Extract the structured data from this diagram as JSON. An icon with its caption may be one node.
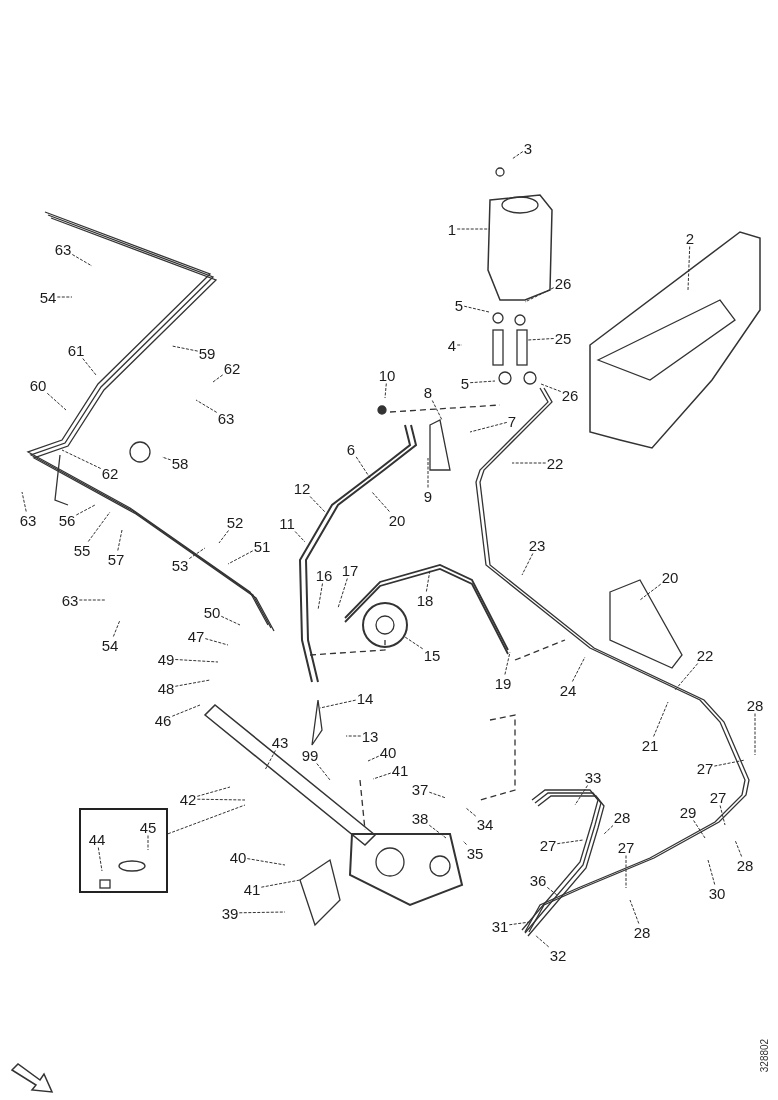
{
  "diagram": {
    "nodes": [
      {
        "text": [
          "3"
        ]
      },
      {
        "text": [
          "1"
        ]
      },
      {
        "text": [
          "2"
        ]
      },
      {
        "text": [
          "63"
        ]
      },
      {
        "text": [
          "26"
        ]
      },
      {
        "text": [
          "54"
        ]
      },
      {
        "text": [
          "5"
        ]
      },
      {
        "text": [
          "25"
        ]
      },
      {
        "text": [
          "4"
        ]
      },
      {
        "text": [
          "61"
        ]
      },
      {
        "text": [
          "59"
        ]
      },
      {
        "text": [
          "62"
        ]
      },
      {
        "text": [
          "10"
        ]
      },
      {
        "text": [
          "5"
        ]
      },
      {
        "text": [
          "60"
        ]
      },
      {
        "text": [
          "26"
        ]
      },
      {
        "text": [
          "8"
        ]
      },
      {
        "text": [
          "63"
        ]
      },
      {
        "text": [
          "7"
        ]
      },
      {
        "text": [
          "58"
        ]
      },
      {
        "text": [
          "22"
        ]
      },
      {
        "text": [
          "62"
        ]
      },
      {
        "text": [
          "6"
        ]
      },
      {
        "text": [
          "9"
        ]
      },
      {
        "text": [
          "12"
        ]
      },
      {
        "text": [
          "20"
        ]
      },
      {
        "text": [
          "63"
        ]
      },
      {
        "text": [
          "56"
        ]
      },
      {
        "text": [
          "11"
        ]
      },
      {
        "text": [
          "52"
        ]
      },
      {
        "text": [
          "55"
        ]
      },
      {
        "text": [
          "51"
        ]
      },
      {
        "text": [
          "57"
        ]
      },
      {
        "text": [
          "53"
        ]
      },
      {
        "text": [
          "23"
        ]
      },
      {
        "text": [
          "16"
        ]
      },
      {
        "text": [
          "17"
        ]
      },
      {
        "text": [
          "18"
        ]
      },
      {
        "text": [
          "63"
        ]
      },
      {
        "text": [
          "20"
        ]
      },
      {
        "text": [
          "54"
        ]
      },
      {
        "text": [
          "50"
        ]
      },
      {
        "text": [
          "47"
        ]
      },
      {
        "text": [
          "15"
        ]
      },
      {
        "text": [
          "19"
        ]
      },
      {
        "text": [
          "24"
        ]
      },
      {
        "text": [
          "22"
        ]
      },
      {
        "text": [
          "49"
        ]
      },
      {
        "text": [
          "48"
        ]
      },
      {
        "text": [
          "14"
        ]
      },
      {
        "text": [
          "46"
        ]
      },
      {
        "text": [
          "28"
        ]
      },
      {
        "text": [
          "21"
        ]
      },
      {
        "text": [
          "13"
        ]
      },
      {
        "text": [
          "43"
        ]
      },
      {
        "text": [
          "40"
        ]
      },
      {
        "text": [
          "99"
        ]
      },
      {
        "text": [
          "41"
        ]
      },
      {
        "text": [
          "27"
        ]
      },
      {
        "text": [
          "37"
        ]
      },
      {
        "text": [
          "42"
        ]
      },
      {
        "text": [
          "38"
        ]
      },
      {
        "text": [
          "33"
        ]
      },
      {
        "text": [
          "34"
        ]
      },
      {
        "text": [
          "27"
        ]
      },
      {
        "text": [
          "28"
        ]
      },
      {
        "text": [],
        "shape": "box"
      },
      {
        "text": [
          "45"
        ],
        "in": 66
      },
      {
        "text": [
          "44"
        ],
        "in": 66
      },
      {
        "text": [
          "27"
        ]
      },
      {
        "text": [
          "29"
        ]
      },
      {
        "text": [
          "35"
        ]
      },
      {
        "text": [
          "40"
        ]
      },
      {
        "text": [
          "28"
        ]
      },
      {
        "text": [
          "27"
        ]
      },
      {
        "text": [
          "30"
        ]
      },
      {
        "text": [
          "36"
        ]
      },
      {
        "text": [
          "41"
        ]
      },
      {
        "text": [
          "31"
        ]
      },
      {
        "text": [
          "39"
        ]
      },
      {
        "text": [
          "28"
        ]
      },
      {
        "text": [
          "32"
        ]
      }
    ],
    "edges": [
      {
        "from": 0,
        "to": null,
        "arrow": "none"
      },
      {
        "from": 1,
        "to": null,
        "arrow": "none"
      },
      {
        "from": 2,
        "to": null,
        "arrow": "none"
      },
      {
        "from": 3,
        "to": null,
        "arrow": "none"
      },
      {
        "from": 4,
        "to": null,
        "arrow": "none"
      },
      {
        "from": 5,
        "to": null,
        "arrow": "none"
      },
      {
        "from": 6,
        "to": null,
        "arrow": "none"
      },
      {
        "from": 7,
        "to": null,
        "arrow": "none"
      },
      {
        "from": 8,
        "to": null,
        "arrow": "none"
      },
      {
        "from": 9,
        "to": null,
        "arrow": "none"
      },
      {
        "from": 10,
        "to": null,
        "arrow": "none"
      },
      {
        "from": 11,
        "to": null,
        "arrow": "none"
      },
      {
        "from": 12,
        "to": null,
        "arrow": "none"
      },
      {
        "from": 13,
        "to": null,
        "arrow": "none"
      },
      {
        "from": 14,
        "to": null,
        "arrow": "none"
      },
      {
        "from": 15,
        "to": null,
        "arrow": "none"
      },
      {
        "from": 16,
        "to": null,
        "arrow": "none"
      },
      {
        "from": 17,
        "to": null,
        "arrow": "none"
      },
      {
        "from": 18,
        "to": null,
        "arrow": "none"
      },
      {
        "from": 19,
        "to": null,
        "arrow": "none"
      },
      {
        "from": 20,
        "to": null,
        "arrow": "none"
      },
      {
        "from": 21,
        "to": null,
        "arrow": "none"
      },
      {
        "from": 22,
        "to": null,
        "arrow": "none"
      },
      {
        "from": 23,
        "to": null,
        "arrow": "none"
      },
      {
        "from": 24,
        "to": null,
        "arrow": "none"
      },
      {
        "from": 25,
        "to": null,
        "arrow": "none"
      },
      {
        "from": 26,
        "to": null,
        "arrow": "none"
      },
      {
        "from": 27,
        "to": null,
        "arrow": "none"
      },
      {
        "from": 28,
        "to": null,
        "arrow": "none"
      },
      {
        "from": 29,
        "to": null,
        "arrow": "none"
      },
      {
        "from": 30,
        "to": null,
        "arrow": "none"
      },
      {
        "from": 31,
        "to": null,
        "arrow": "none"
      },
      {
        "from": 32,
        "to": null,
        "arrow": "none"
      },
      {
        "from": 33,
        "to": null,
        "arrow": "none"
      },
      {
        "from": 34,
        "to": null,
        "arrow": "none"
      },
      {
        "from": 35,
        "to": null,
        "arrow": "none"
      },
      {
        "from": 36,
        "to": null,
        "arrow": "none"
      },
      {
        "from": 37,
        "to": null,
        "arrow": "none"
      },
      {
        "from": 38,
        "to": null,
        "arrow": "none"
      },
      {
        "from": 39,
        "to": null,
        "arrow": "none"
      },
      {
        "from": 40,
        "to": null,
        "arrow": "none"
      },
      {
        "from": 41,
        "to": null,
        "arrow": "none"
      },
      {
        "from": 42,
        "to": null,
        "arrow": "none"
      },
      {
        "from": 43,
        "to": null,
        "arrow": "none"
      },
      {
        "from": 44,
        "to": null,
        "arrow": "none"
      },
      {
        "from": 45,
        "to": null,
        "arrow": "none"
      },
      {
        "from": 46,
        "to": null,
        "arrow": "none"
      },
      {
        "from": 47,
        "to": null,
        "arrow": "none"
      },
      {
        "from": 48,
        "to": null,
        "arrow": "none"
      },
      {
        "from": 49,
        "to": null,
        "arrow": "none"
      },
      {
        "from": 50,
        "to": null,
        "arrow": "none"
      },
      {
        "from": 51,
        "to": null,
        "arrow": "none"
      },
      {
        "from": 52,
        "to": null,
        "arrow": "none"
      },
      {
        "from": 53,
        "to": null,
        "arrow": "none"
      },
      {
        "from": 54,
        "to": null,
        "arrow": "none"
      },
      {
        "from": 55,
        "to": null,
        "arrow": "none"
      },
      {
        "from": 56,
        "to": null,
        "arrow": "none"
      },
      {
        "from": 57,
        "to": null,
        "arrow": "none"
      },
      {
        "from": 58,
        "to": null,
        "arrow": "none"
      },
      {
        "from": 59,
        "to": null,
        "arrow": "none"
      },
      {
        "from": 60,
        "to": null,
        "arrow": "none"
      },
      {
        "from": 60,
        "to": null,
        "arrow": "none"
      },
      {
        "from": 61,
        "to": null,
        "arrow": "none"
      },
      {
        "from": 62,
        "to": null,
        "arrow": "none"
      },
      {
        "from": 63,
        "to": null,
        "arrow": "none"
      },
      {
        "from": 64,
        "to": null,
        "arrow": "none"
      },
      {
        "from": 65,
        "to": null,
        "arrow": "none"
      },
      {
        "from": 66,
        "to": null,
        "arrow": "none"
      },
      {
        "from": 67,
        "to": null,
        "arrow": "none"
      },
      {
        "from": 68,
        "to": null,
        "arrow": "none"
      },
      {
        "from": 69,
        "to": null,
        "arrow": "none"
      },
      {
        "from": 70,
        "to": null,
        "arrow": "none"
      },
      {
        "from": 71,
        "to": null,
        "arrow": "none"
      },
      {
        "from": 72,
        "to": null,
        "arrow": "none"
      },
      {
        "from": 73,
        "to": null,
        "arrow": "none"
      },
      {
        "from": 74,
        "to": null,
        "arrow": "none"
      },
      {
        "from": 75,
        "to": null,
        "arrow": "none"
      },
      {
        "from": 76,
        "to": null,
        "arrow": "none"
      },
      {
        "from": 77,
        "to": null,
        "arrow": "none"
      },
      {
        "from": 78,
        "to": null,
        "arrow": "none"
      },
      {
        "from": 79,
        "to": null,
        "arrow": "none"
      },
      {
        "from": 80,
        "to": null,
        "arrow": "none"
      },
      {
        "from": 81,
        "to": null,
        "arrow": "none"
      }
    ],
    "labels": [
      "328802"
    ]
  }
}
